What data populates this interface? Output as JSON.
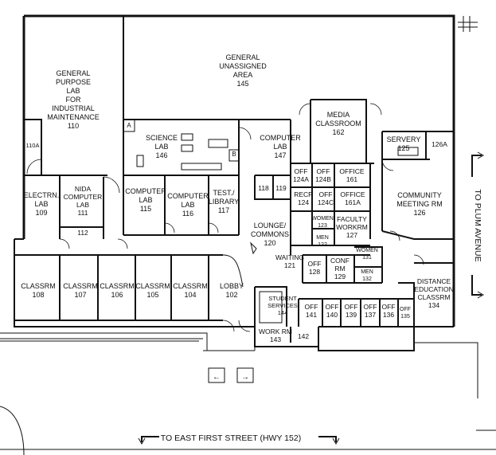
{
  "rooms": [
    {
      "id": "110",
      "lines": [
        "GENERAL",
        "PURPOSE",
        "LAB",
        "FOR",
        "INDUSTRIAL",
        "MAINTENANCE",
        "110"
      ]
    },
    {
      "id": "110A",
      "lines": [
        "110A"
      ]
    },
    {
      "id": "145",
      "lines": [
        "GENERAL",
        "UNASSIGNED",
        "AREA",
        "145"
      ]
    },
    {
      "id": "146",
      "lines": [
        "SCIENCE",
        "LAB",
        "146"
      ]
    },
    {
      "id": "A",
      "lines": [
        "A"
      ]
    },
    {
      "id": "B",
      "lines": [
        "B"
      ]
    },
    {
      "id": "147",
      "lines": [
        "COMPUTER",
        "LAB",
        "147"
      ]
    },
    {
      "id": "162",
      "lines": [
        "MEDIA",
        "CLASSROOM",
        "162"
      ]
    },
    {
      "id": "125",
      "lines": [
        "SERVERY",
        "125"
      ]
    },
    {
      "id": "126A",
      "lines": [
        "126A"
      ]
    },
    {
      "id": "124A",
      "lines": [
        "OFF",
        "124A"
      ]
    },
    {
      "id": "124B",
      "lines": [
        "OFF",
        "124B"
      ]
    },
    {
      "id": "161",
      "lines": [
        "OFFICE",
        "161"
      ]
    },
    {
      "id": "124",
      "lines": [
        "RECP",
        "124"
      ]
    },
    {
      "id": "124C",
      "lines": [
        "OFF",
        "124C"
      ]
    },
    {
      "id": "161A",
      "lines": [
        "OFFICE",
        "161A"
      ]
    },
    {
      "id": "123",
      "lines": [
        "WOMEN",
        "123"
      ]
    },
    {
      "id": "122",
      "lines": [
        "MEN",
        "122"
      ]
    },
    {
      "id": "127",
      "lines": [
        "FACULTY",
        "WORKRM",
        "127"
      ]
    },
    {
      "id": "126",
      "lines": [
        "COMMUNITY",
        "MEETING RM",
        "126"
      ]
    },
    {
      "id": "109",
      "lines": [
        "ELECTRN.",
        "LAB",
        "109"
      ]
    },
    {
      "id": "111",
      "lines": [
        "NIDA",
        "COMPUTER",
        "LAB",
        "111"
      ]
    },
    {
      "id": "112",
      "lines": [
        "112"
      ]
    },
    {
      "id": "115",
      "lines": [
        "COMPUTER",
        "LAB",
        "115"
      ]
    },
    {
      "id": "116",
      "lines": [
        "COMPUTER",
        "LAB",
        "116"
      ]
    },
    {
      "id": "117",
      "lines": [
        "TEST./",
        "LIBRARY",
        "117"
      ]
    },
    {
      "id": "118",
      "lines": [
        "118"
      ]
    },
    {
      "id": "119",
      "lines": [
        "119"
      ]
    },
    {
      "id": "120",
      "lines": [
        "LOUNGE/",
        "COMMONS",
        "120"
      ]
    },
    {
      "id": "121",
      "lines": [
        "WAITING",
        "121"
      ]
    },
    {
      "id": "128",
      "lines": [
        "OFF",
        "128"
      ]
    },
    {
      "id": "129",
      "lines": [
        "CONF",
        "RM",
        "129"
      ]
    },
    {
      "id": "131",
      "lines": [
        "WOMEN",
        "131"
      ]
    },
    {
      "id": "132",
      "lines": [
        "MEN",
        "132"
      ]
    },
    {
      "id": "134",
      "lines": [
        "DISTANCE",
        "EDUCATION",
        "CLASSRM",
        "134"
      ]
    },
    {
      "id": "108",
      "lines": [
        "CLASSRM",
        "108"
      ]
    },
    {
      "id": "107",
      "lines": [
        "CLASSRM",
        "107"
      ]
    },
    {
      "id": "106",
      "lines": [
        "CLASSRM",
        "106"
      ]
    },
    {
      "id": "105",
      "lines": [
        "CLASSRM",
        "105"
      ]
    },
    {
      "id": "104",
      "lines": [
        "CLASSRM",
        "104"
      ]
    },
    {
      "id": "102",
      "lines": [
        "LOBBY",
        "102"
      ]
    },
    {
      "id": "144",
      "lines": [
        "STUDENT",
        "SERVICES",
        "144"
      ]
    },
    {
      "id": "143",
      "lines": [
        "WORK RM",
        "143"
      ]
    },
    {
      "id": "142",
      "lines": [
        "142"
      ]
    },
    {
      "id": "141",
      "lines": [
        "OFF",
        "141"
      ]
    },
    {
      "id": "140",
      "lines": [
        "OFF",
        "140"
      ]
    },
    {
      "id": "139",
      "lines": [
        "OFF",
        "139"
      ]
    },
    {
      "id": "137",
      "lines": [
        "OFF",
        "137"
      ]
    },
    {
      "id": "136",
      "lines": [
        "OFF",
        "136"
      ]
    },
    {
      "id": "135",
      "lines": [
        "OFF",
        "135"
      ]
    }
  ],
  "street_south": "TO EAST FIRST STREET  (HWY 152)",
  "street_east": "TO PLUM AVENUE",
  "entry_arrows": {
    "left": "←",
    "right": "→"
  }
}
